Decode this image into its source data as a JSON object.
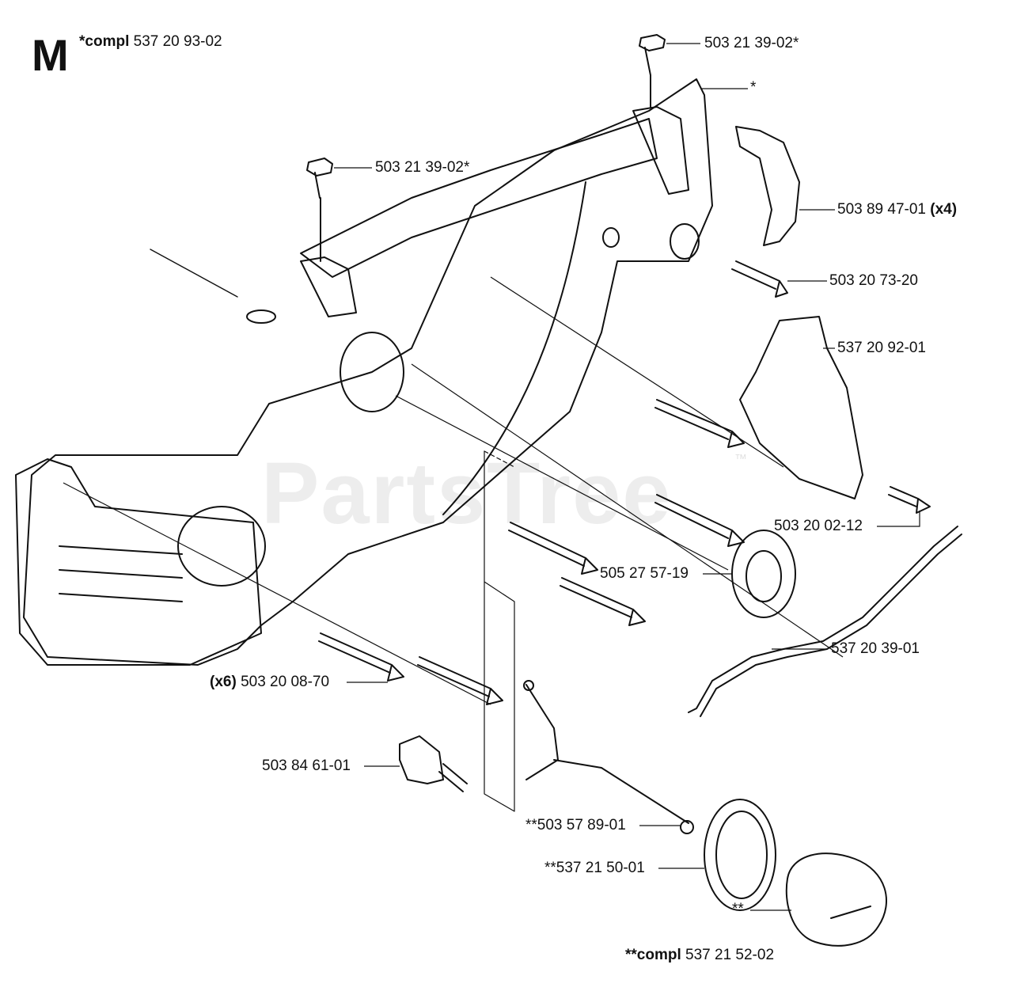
{
  "section_letter": "M",
  "header": {
    "prefix": "*compl",
    "part": "537 20 93-02"
  },
  "footer": {
    "prefix": "**compl",
    "part": "537 21 52-02"
  },
  "watermark": {
    "text": "PartsTree",
    "tm": "™"
  },
  "labels": [
    {
      "id": "screw-top-right",
      "text": "503 21 39-02*"
    },
    {
      "id": "screw-top-left",
      "text": "503 21 39-02*"
    },
    {
      "id": "star-marker",
      "text": "*"
    },
    {
      "id": "clip-x4",
      "text": "503 89 47-01",
      "qty": "(x4)"
    },
    {
      "id": "bolt-upper",
      "text": "503 20 73-20"
    },
    {
      "id": "cover-plate",
      "text": "537 20 92-01"
    },
    {
      "id": "small-bolt",
      "text": "503 20 02-12"
    },
    {
      "id": "seal-ring",
      "text": "505 27 57-19"
    },
    {
      "id": "oil-line",
      "text": "537 20 39-01"
    },
    {
      "id": "bolt-x6",
      "text": "503 20 08-70",
      "qty": "(x6)"
    },
    {
      "id": "plug",
      "text": "503 84 61-01"
    },
    {
      "id": "oil-filter",
      "text": "**503 57 89-01"
    },
    {
      "id": "gasket",
      "text": "**537 21 50-01"
    },
    {
      "id": "cap-marker",
      "text": "**"
    }
  ]
}
